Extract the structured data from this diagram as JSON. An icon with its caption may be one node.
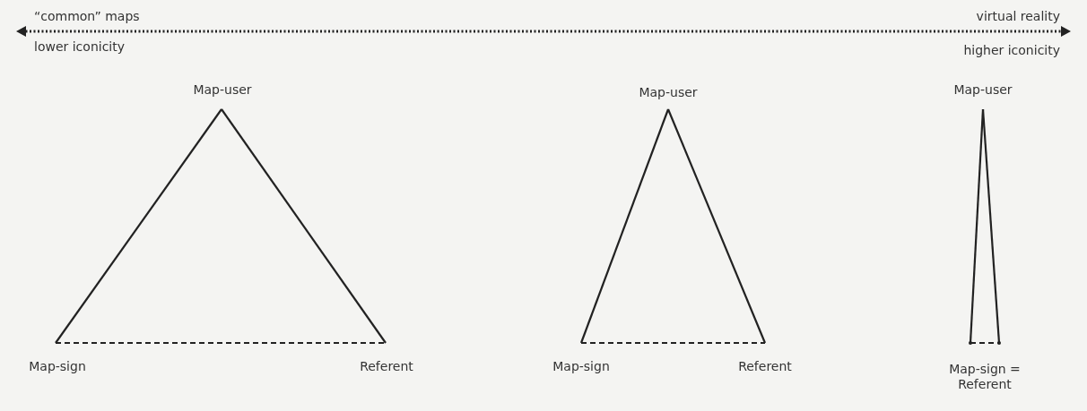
{
  "diagram": {
    "nodes": [
      {
        "text": [
          "Map-user"
        ]
      },
      {
        "text": [
          "Map-sign"
        ]
      },
      {
        "text": [
          "Referent"
        ]
      },
      {
        "text": [
          "Map-user"
        ]
      },
      {
        "text": [
          "Map-sign"
        ]
      },
      {
        "text": [
          "Referent"
        ]
      },
      {
        "text": [
          "Map-user"
        ]
      },
      {
        "text": [],
        "shape": "point"
      },
      {
        "text": [],
        "shape": "point"
      }
    ],
    "edges": [
      {
        "from": 0,
        "to": 1,
        "arrow": "none"
      },
      {
        "from": 0,
        "to": 2,
        "arrow": "none"
      },
      {
        "from": 1,
        "to": 2,
        "arrow": "none",
        "style": "dashed"
      },
      {
        "from": 3,
        "to": 4,
        "arrow": "none"
      },
      {
        "from": 3,
        "to": 5,
        "arrow": "none"
      },
      {
        "from": 4,
        "to": 5,
        "arrow": "none",
        "style": "dashed"
      },
      {
        "from": 6,
        "to": 7,
        "arrow": "none"
      },
      {
        "from": 6,
        "to": 8,
        "arrow": "none"
      },
      {
        "from": 7,
        "to": 8,
        "arrow": "none",
        "style": "dashed"
      }
    ],
    "labels": [
      "“common” maps",
      "virtual reality",
      "lower iconicity",
      "higher iconicity",
      "Map-sign = Referent"
    ]
  }
}
